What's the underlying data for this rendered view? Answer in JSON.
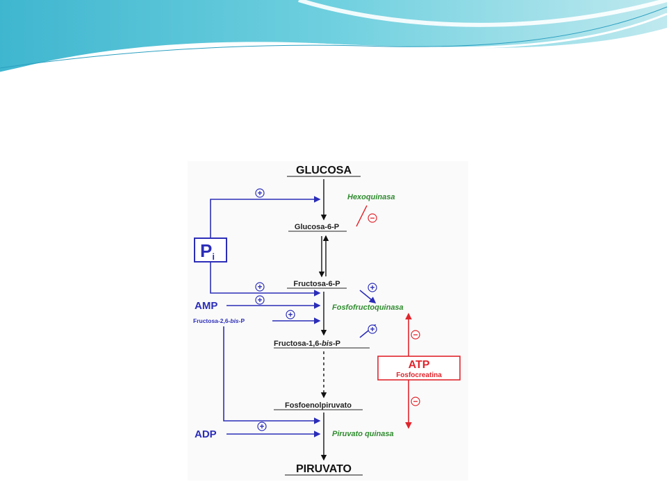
{
  "colors": {
    "header_wave": "#5bc6d8",
    "inhibitor": "#e0252c",
    "activator": "#2b2db8",
    "enzyme": "#2e8b2e"
  },
  "diagram": {
    "substrates": {
      "glucosa": "GLUCOSA",
      "glucosa6p": "Glucosa-6-P",
      "fructosa6p": "Fructosa-6-P",
      "fructosa16bisp_pre": "Fructosa-1,6-",
      "fructosa16bisp_bis": "bis",
      "fructosa16bisp_post": "-P",
      "fosfoenolpiruvato": "Fosfoenolpiruvato",
      "piruvato": "PIRUVATO"
    },
    "enzymes": {
      "hexoquinasa": "Hexoquinasa",
      "fosfofructoquinasa": "Fosfofructoquinasa",
      "piruvato_quinasa": "Piruvato quinasa"
    },
    "effectors": {
      "pi_main": "P",
      "pi_sub": "i",
      "amp": "AMP",
      "fructosa26bisp_pre": "Fructosa-2,6-",
      "fructosa26bisp_bis": "bis",
      "fructosa26bisp_post": "-P",
      "adp": "ADP",
      "atp": "ATP",
      "fosfocreatina": "Fosfocreatina"
    },
    "signs": {
      "plus": "+",
      "minus": "−"
    }
  }
}
